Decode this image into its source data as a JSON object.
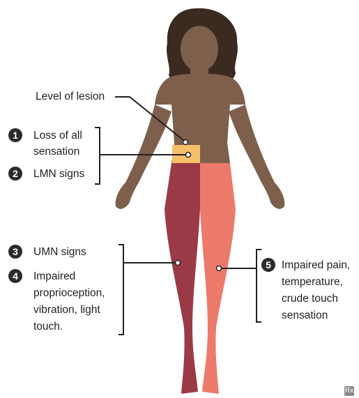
{
  "labels": {
    "level_of_lesion": "Level of lesion",
    "item1_line1": "Loss of all",
    "item1_line2": "sensation",
    "item2": "LMN signs",
    "item3": "UMN signs",
    "item4_line1": "Impaired",
    "item4_line2": "proprioception,",
    "item4_line3": "vibration, light",
    "item4_line4": "touch.",
    "item5_line1": "Impaired pain,",
    "item5_line2": "temperature,",
    "item5_line3": "crude touch",
    "item5_line4": "sensation"
  },
  "markers": {
    "m1": "1",
    "m2": "2",
    "m3": "3",
    "m4": "4",
    "m5": "5"
  },
  "rx_mark": "Rx",
  "colors": {
    "skin": "#7d5f4c",
    "skin_shadow": "#6a4f3e",
    "hair": "#3b2a20",
    "lesion_band": "#f6c06a",
    "left_leg": "#9b3a47",
    "right_leg": "#ec7a6a",
    "line": "#231f20"
  }
}
